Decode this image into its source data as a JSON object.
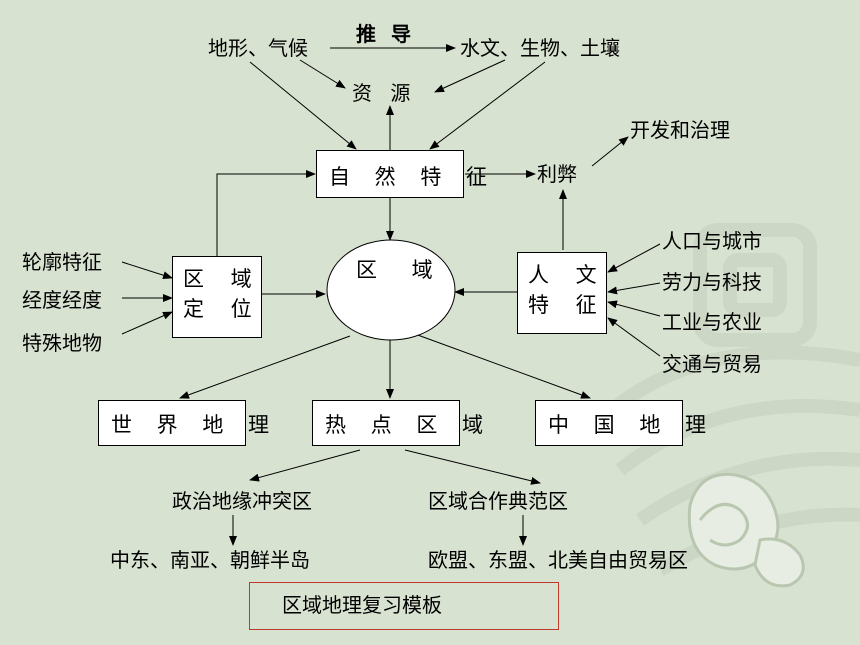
{
  "top": {
    "derive": "推 导",
    "landform": "地形、气候",
    "hydro": "水文、生物、土壤",
    "resources": "资 源"
  },
  "nature": {
    "label": "自 然 特 征",
    "pros_cons": "利弊",
    "develop": "开发和治理"
  },
  "region": "区 域",
  "locate": {
    "line1": "区 域",
    "line2": "定 位"
  },
  "locate_inputs": [
    "轮廓特征",
    "经度经度",
    "特殊地物"
  ],
  "human": {
    "line1": "人 文",
    "line2": "特 征"
  },
  "human_inputs": [
    "人口与城市",
    "劳力与科技",
    "工业与农业",
    "交通与贸易"
  ],
  "branches": {
    "world": "世 界 地 理",
    "hot": "热 点 区 域",
    "china": "中 国 地 理"
  },
  "hot_sub": {
    "conflict": "政治地缘冲突区",
    "conflict_examples": "中东、南亚、朝鲜半岛",
    "cooperation": "区域合作典范区",
    "cooperation_examples": "欧盟、东盟、北美自由贸易区"
  },
  "footer_title": "区域地理复习模板",
  "colors": {
    "background": "#d8e2d1",
    "footer_border": "#c0392b"
  }
}
